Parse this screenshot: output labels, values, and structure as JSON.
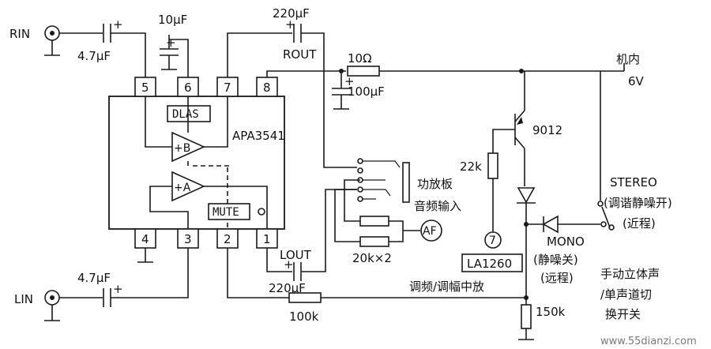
{
  "inputs": {
    "rin": "RIN",
    "lin": "LIN"
  },
  "capacitors": {
    "c_rin": "4.7μF",
    "c_lin": "4.7μF",
    "c_pin6": "10μF",
    "c_rout": "220μF",
    "c_lout": "220μF",
    "c_supply": "100μF",
    "plus": "+"
  },
  "outputs": {
    "rout": "ROUT",
    "lout": "LOUT"
  },
  "resistors": {
    "r_supply": "10Ω",
    "r_base": "22k",
    "r_mute": "100k",
    "r_emitter": "150k",
    "r_pair": "20k×2"
  },
  "ic": {
    "part": "APA3541",
    "dlas": "DLAS",
    "mute": "MUTE",
    "amp_b": "+B",
    "amp_a": "+A",
    "pins_top": [
      "5",
      "6",
      "7",
      "8"
    ],
    "pins_bottom": [
      "4",
      "3",
      "2",
      "1"
    ]
  },
  "power": {
    "line1": "机内",
    "line2": "6V"
  },
  "transistor": "9012",
  "connector": {
    "line1": "功放板",
    "line2": "音频输入"
  },
  "af": "AF",
  "pin7": "7",
  "la1260": {
    "part": "LA1260",
    "desc": "调频/调幅中放"
  },
  "stereo": {
    "name": "STEREO",
    "line2": "(调谐静噪开)",
    "line3": "(近程)"
  },
  "mono": {
    "name": "MONO",
    "line2": "(静噪关)",
    "line3": "(远程)"
  },
  "switch_note": [
    "手动立体声",
    "/单声道切",
    "换开关"
  ],
  "watermark": "www.55dianzi.com"
}
